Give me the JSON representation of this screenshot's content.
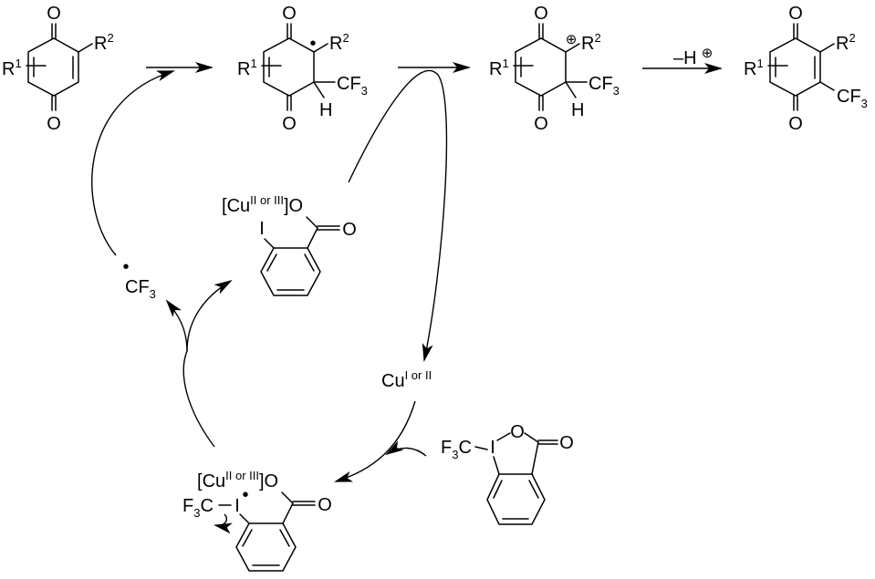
{
  "atoms": {
    "O": "O",
    "R": "R",
    "sup1": "1",
    "sup2": "2",
    "CF": "CF",
    "F": "F",
    "C": "C",
    "sub3": "3",
    "H": "H",
    "I": "I",
    "Cu": "Cu",
    "open_bracket": "[",
    "close_bracket": "]",
    "radical_dot": "•",
    "cation": "⊕"
  },
  "oxidation_states": {
    "cu_reduced": "I or II",
    "cu_oxidized": "II or III"
  },
  "deprotonation_step": {
    "label": "–H",
    "charge": "⊕"
  }
}
